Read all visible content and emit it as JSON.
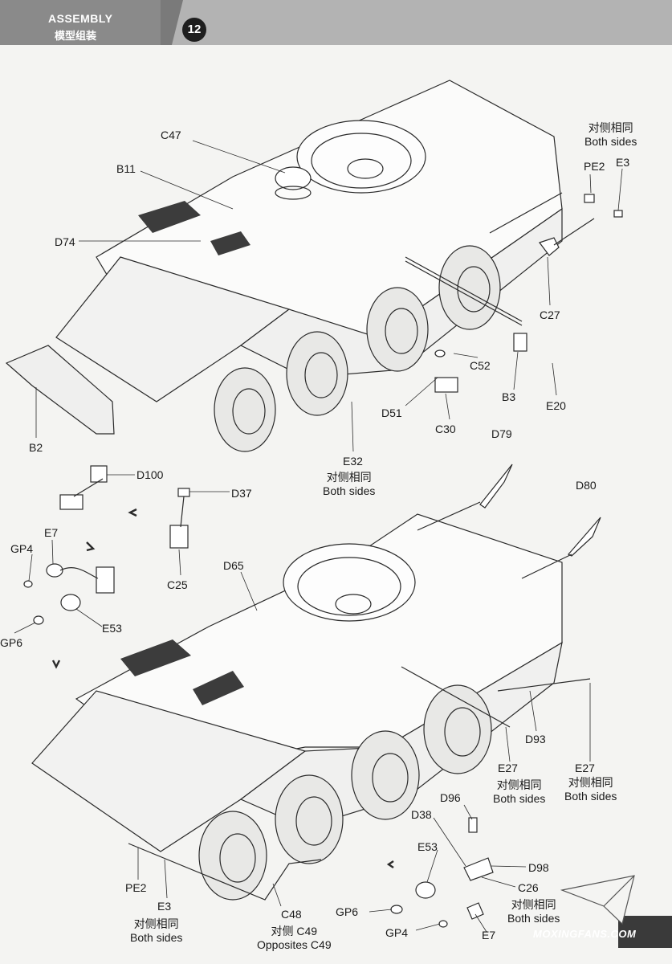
{
  "header": {
    "title": "ASSEMBLY",
    "subtitle": "模型组装",
    "step": "12"
  },
  "parts": {
    "c47": "C47",
    "b11": "B11",
    "d74": "D74",
    "b2": "B2",
    "pe2_top": "PE2",
    "e3_top": "E3",
    "c27": "C27",
    "c52": "C52",
    "b3": "B3",
    "e20": "E20",
    "d51": "D51",
    "c30": "C30",
    "e32": "E32",
    "d79": "D79",
    "d80": "D80",
    "d100": "D100",
    "d37": "D37",
    "c25": "C25",
    "e7_left": "E7",
    "gp4_left": "GP4",
    "e53_left": "E53",
    "gp6_left": "GP6",
    "d65": "D65",
    "d93": "D93",
    "e27_a": "E27",
    "e27_b": "E27",
    "d96": "D96",
    "d38": "D38",
    "e53_right": "E53",
    "d98": "D98",
    "c26": "C26",
    "gp6_right": "GP6",
    "gp4_right": "GP4",
    "e7_right": "E7",
    "pe2_bottom": "PE2",
    "e3_bottom": "E3",
    "c48": "C48"
  },
  "notes": {
    "both_sides_cn": "对侧相同",
    "both_sides_en": "Both sides",
    "opposite_cn": "对侧  C49",
    "opposite_en": "Opposites C49"
  },
  "watermark": "MOXINGFANS.COM",
  "colors": {
    "header": "#a9a9a9",
    "ink": "#1a1a1a",
    "paper": "#f4f4f2",
    "watermark_bg": "#3a3a3a"
  }
}
